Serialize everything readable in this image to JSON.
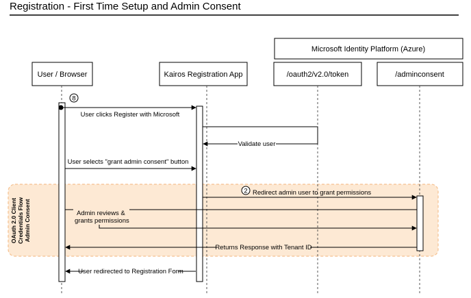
{
  "title": "Registration - First Time Setup and Admin Consent",
  "group_header": "Microsoft Identity Platform (Azure)",
  "participants": [
    {
      "label": "User / Browser"
    },
    {
      "label": "Kairos Registration App"
    },
    {
      "label": "/oauth2/v2.0/token"
    },
    {
      "label": "/adminconsent"
    }
  ],
  "start_marker": "8",
  "messages": [
    {
      "label": "User clicks Register with Microsoft"
    },
    {
      "label": "Validate user"
    },
    {
      "label": "User selects \"grant admin consent\"  button"
    },
    {
      "label": "Redirect admin user to grant permissions",
      "step": "2"
    },
    {
      "label_line1": "Admin reviews &",
      "label_line2": "grants permissions"
    },
    {
      "label": "Returns Response with Tenant ID"
    },
    {
      "label": "User redirected to Registration Form"
    }
  ],
  "band": {
    "label_lines": [
      "OAuth 2.0 Client",
      "Credentials Flow",
      "Admin Consent"
    ],
    "fill": "#fde9d4",
    "stroke": "#f5c08f"
  },
  "colors": {
    "line": "#000000",
    "lifeline": "#555555"
  }
}
